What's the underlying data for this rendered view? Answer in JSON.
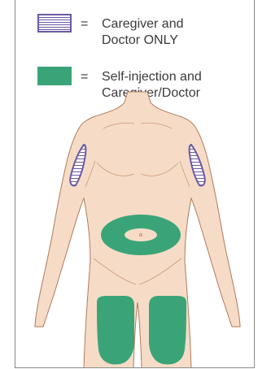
{
  "legend": {
    "items": [
      {
        "equals": "=",
        "line1": "Caregiver and",
        "line2": "Doctor ONLY",
        "swatch": "hatched-purple"
      },
      {
        "equals": "=",
        "line1": "Self-injection and",
        "line2": "Caregiver/Doctor",
        "swatch": "solid-green"
      }
    ]
  },
  "colors": {
    "skin": "#f6dcc6",
    "skin_outline": "#b07a5e",
    "green": "#3aa478",
    "purple": "#6b5aa3",
    "frame_border": "#8a8a8a"
  },
  "diagram": {
    "figure": "front-view-body-outline",
    "zones": [
      {
        "region": "left-upper-arm",
        "type": "hatched-purple"
      },
      {
        "region": "right-upper-arm",
        "type": "hatched-purple"
      },
      {
        "region": "abdomen-ring-around-navel",
        "type": "solid-green"
      },
      {
        "region": "left-thigh",
        "type": "solid-green"
      },
      {
        "region": "right-thigh",
        "type": "solid-green"
      }
    ]
  }
}
